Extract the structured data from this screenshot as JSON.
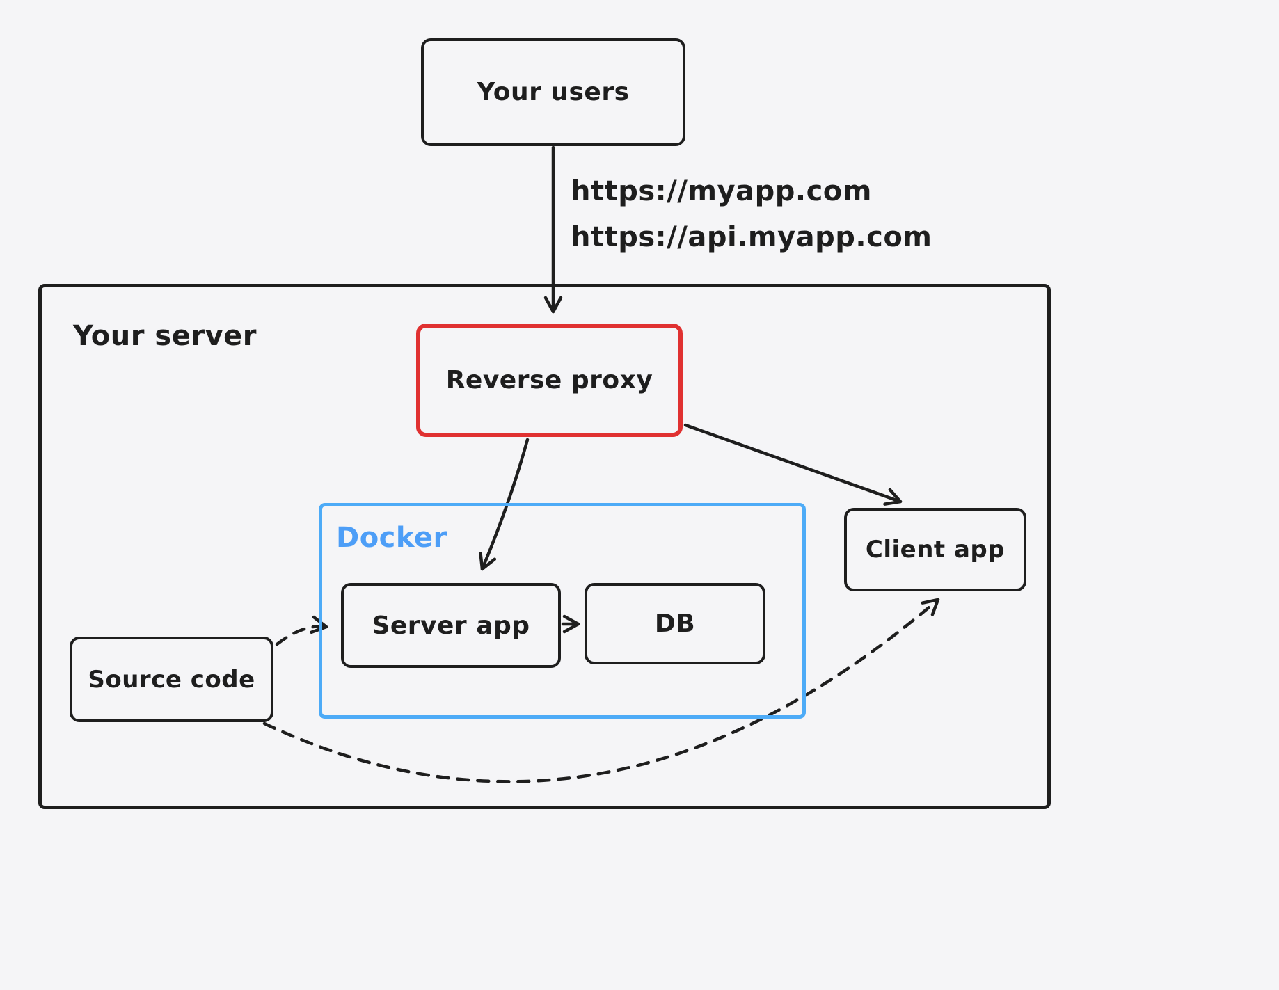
{
  "diagram": {
    "nodes": {
      "your_users": {
        "label": "Your users"
      },
      "your_server": {
        "label": "Your server"
      },
      "reverse_proxy": {
        "label": "Reverse proxy"
      },
      "docker": {
        "label": "Docker"
      },
      "server_app": {
        "label": "Server app"
      },
      "db": {
        "label": "DB"
      },
      "client_app": {
        "label": "Client app"
      },
      "source_code": {
        "label": "Source code"
      }
    },
    "edges": [
      {
        "from": "your_users",
        "to": "reverse_proxy",
        "style": "solid",
        "labels": [
          "https://myapp.com",
          "https://api.myapp.com"
        ]
      },
      {
        "from": "reverse_proxy",
        "to": "server_app",
        "style": "solid",
        "labels": []
      },
      {
        "from": "reverse_proxy",
        "to": "client_app",
        "style": "solid",
        "labels": []
      },
      {
        "from": "server_app",
        "to": "db",
        "style": "solid",
        "labels": []
      },
      {
        "from": "source_code",
        "to": "server_app",
        "style": "dashed",
        "labels": []
      },
      {
        "from": "source_code",
        "to": "client_app",
        "style": "dashed",
        "labels": []
      }
    ],
    "colors": {
      "stroke": "#1e1e1e",
      "reverse_proxy_border": "#e03131",
      "docker_border": "#4dabf7",
      "docker_label": "#4d9ef7",
      "background": "#f5f5f7"
    }
  }
}
